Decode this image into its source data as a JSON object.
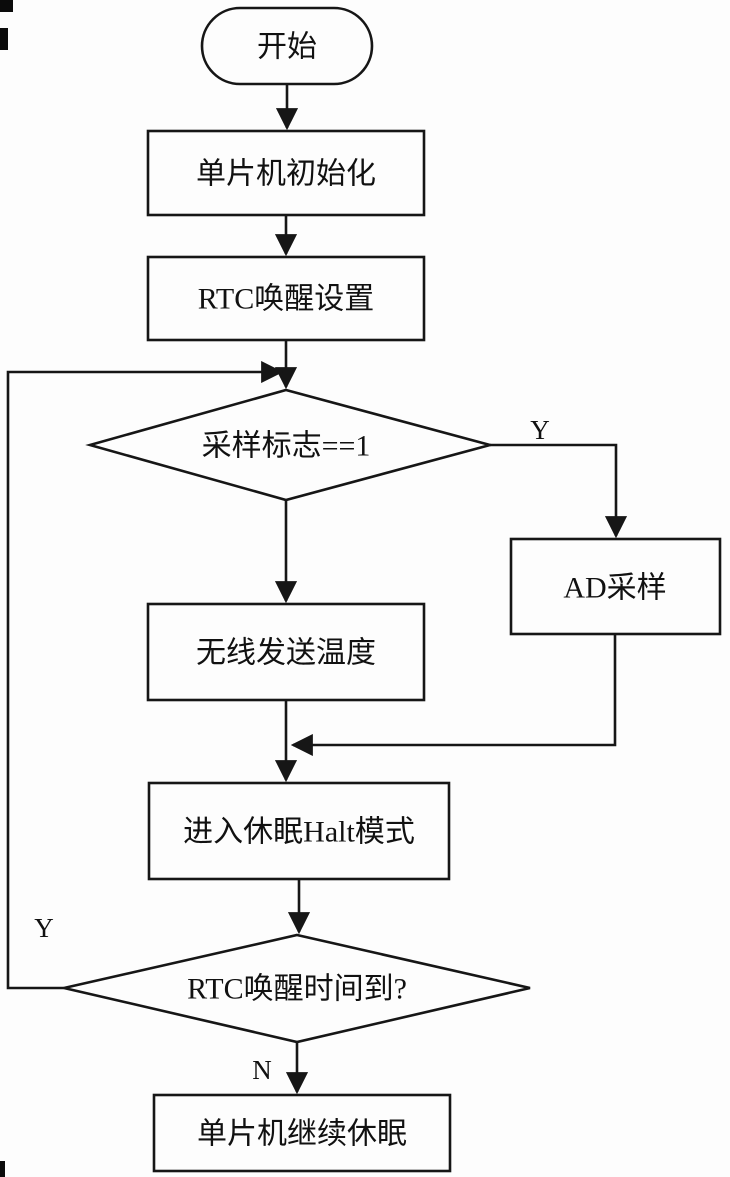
{
  "nodes": {
    "start": "开始",
    "mcu_init": "单片机初始化",
    "rtc_wake_setup": "RTC唤醒设置",
    "sample_flag_check": "采样标志==1",
    "ad_sample": "AD采样",
    "wireless_send_temp": "无线发送温度",
    "enter_halt": "进入休眠Halt模式",
    "rtc_time_check": "RTC唤醒时间到?",
    "mcu_keep_sleep": "单片机继续休眠"
  },
  "edge_labels": {
    "sample_flag_yes": "Y",
    "rtc_time_yes": "Y",
    "rtc_time_no": "N"
  },
  "colors": {
    "stroke": "#161616",
    "background": "#fdfdfd",
    "text": "#111111"
  }
}
